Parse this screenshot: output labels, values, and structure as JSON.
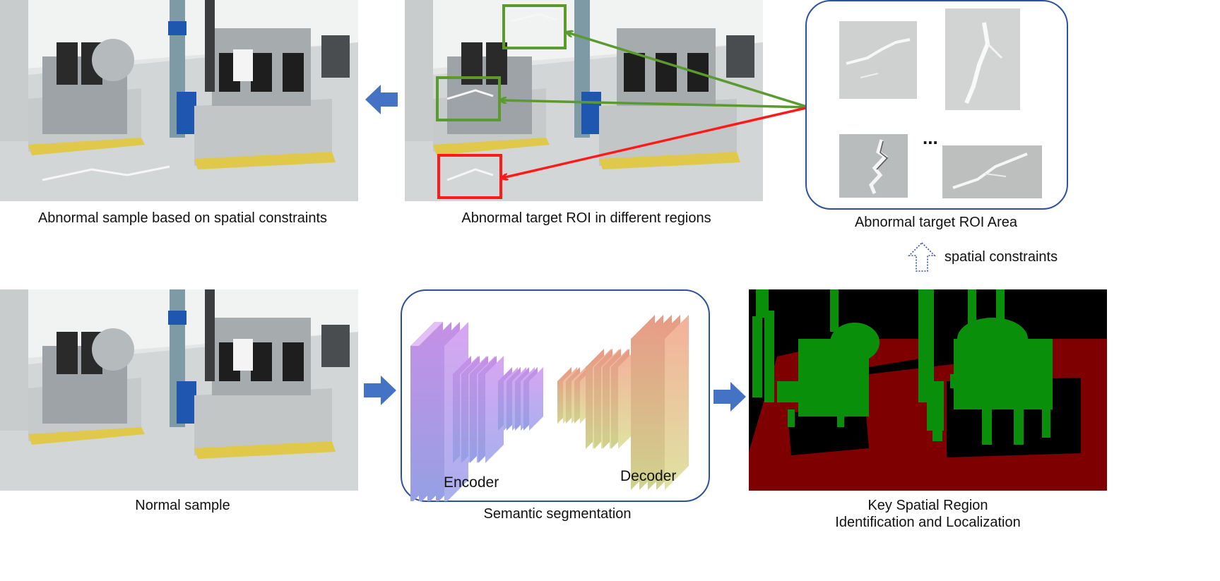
{
  "captions": {
    "abnormal_sample": "Abnormal sample based on spatial constraints",
    "abnormal_roi": "Abnormal target ROI  in different regions",
    "roi_area": "Abnormal target ROI Area",
    "spatial_constraints": "spatial constraints",
    "normal_sample": "Normal sample",
    "semantic_segmentation": "Semantic segmentation",
    "key_region_line1": "Key Spatial Region",
    "key_region_line2": "Identification and Localization"
  },
  "segmentation": {
    "encoder_label": "Encoder",
    "decoder_label": "Decoder"
  },
  "roi_area": {
    "ellipsis": "..."
  },
  "colors": {
    "arrow_blue": "#4472c4",
    "panel_border": "#2f4fa0",
    "roi_green": "#5b9a2f",
    "roi_red": "#ff1a1a",
    "seg_background": "#000000",
    "seg_floor": "#7f0000",
    "seg_equipment": "#0a8f0a",
    "encoder_gradient_top": "#d8a6f2",
    "encoder_gradient_bottom": "#a9b0ee",
    "decoder_gradient_top": "#f4b09a",
    "decoder_gradient_bottom": "#dfe3a2"
  }
}
